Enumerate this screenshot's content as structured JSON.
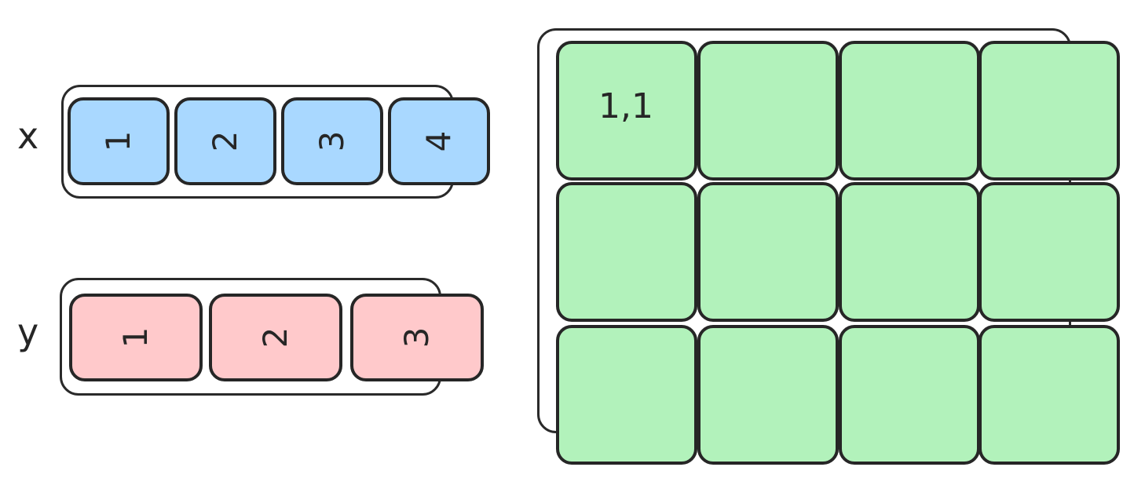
{
  "x_array": {
    "label": "x",
    "cells": [
      "1",
      "2",
      "3",
      "4"
    ],
    "fill_color": "#a9d8ff"
  },
  "y_array": {
    "label": "y",
    "cells": [
      "1",
      "2",
      "3"
    ],
    "fill_color": "#ffc9cb"
  },
  "grid": {
    "rows": 3,
    "cols": 4,
    "first_cell_label": "1,1",
    "fill_color": "#b2f2bb"
  },
  "stroke_color": "#262626"
}
